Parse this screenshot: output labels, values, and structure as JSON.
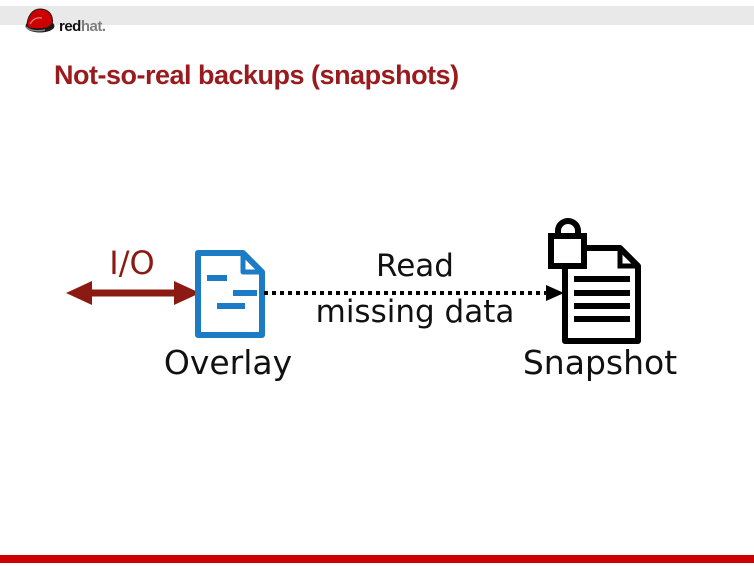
{
  "header": {
    "logo": {
      "word_red": "red",
      "word_hat": "hat."
    }
  },
  "title": "Not-so-real backups (snapshots)",
  "diagram": {
    "io_label": "I/O",
    "read_arrow_label_line1": "Read",
    "read_arrow_label_line2": "missing data",
    "overlay_label": "Overlay",
    "snapshot_label": "Snapshot"
  },
  "colors": {
    "title_text": "#9a1b1e",
    "io_arrow": "#8b1a12",
    "overlay_icon_blue": "#1b7cc5",
    "snapshot_icon_black": "#000000",
    "header_strip_gray": "#e9e9e9",
    "footer_bar_red": "#cc0000",
    "logo_hat_red": "#cc0000",
    "logo_word_gray": "#7d7d7d",
    "diagram_text": "#111111"
  }
}
